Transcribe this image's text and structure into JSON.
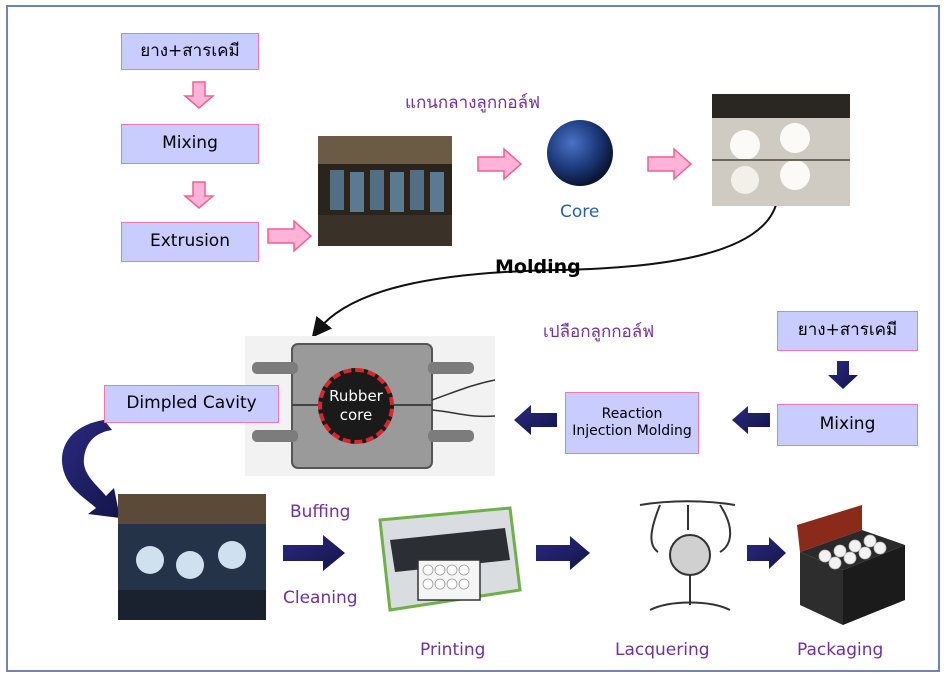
{
  "top_flow": {
    "input_label": "ยาง+สารเคมี",
    "mixing_label": "Mixing",
    "extrusion_label": "Extrusion",
    "core_title": "แกนกลางลูกกอล์ฟ",
    "core_label": "Core",
    "molding_label": "Molding"
  },
  "mid_flow": {
    "shell_title": "เปลือกลูกกอล์ฟ",
    "input_label": "ยาง+สารเคมี",
    "mixing_label": "Mixing",
    "rim_line1": "Reaction",
    "rim_line2": "Injection Molding",
    "dimpled_label": "Dimpled Cavity",
    "rubber_line1": "Rubber",
    "rubber_line2": "core"
  },
  "bottom_flow": {
    "buffing_label": "Buffing",
    "cleaning_label": "Cleaning",
    "printing_label": "Printing",
    "lacquering_label": "Lacquering",
    "packaging_label": "Packaging"
  },
  "colors": {
    "box_fill": "#c8ccff",
    "box_border": "#f07aa6",
    "pink_arrow": "#ffb3d9",
    "navy_arrow": "#1f1f66",
    "label_purple": "#7030a0",
    "label_blue": "#2a5db0"
  }
}
